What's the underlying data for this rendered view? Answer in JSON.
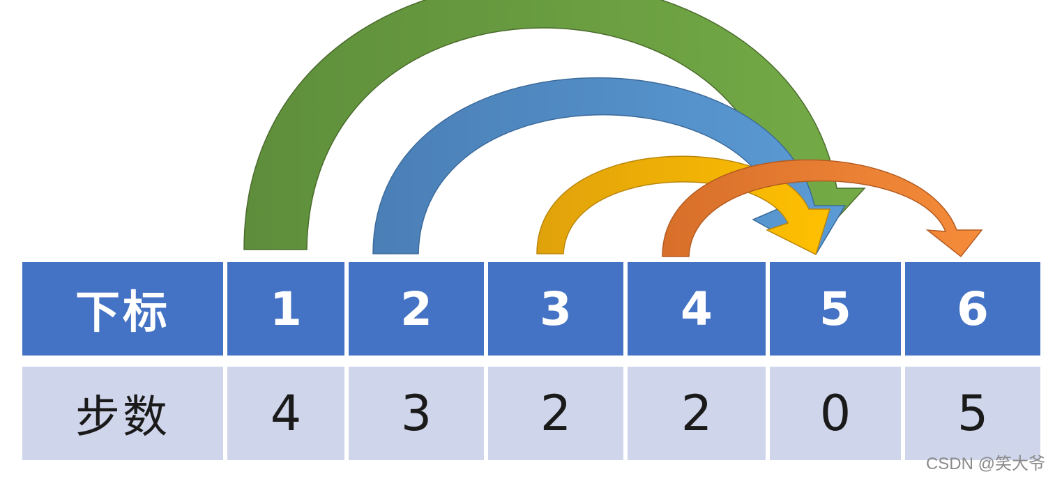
{
  "table": {
    "index_label": "下标",
    "steps_label": "步数",
    "indices": [
      "1",
      "2",
      "3",
      "4",
      "5",
      "6"
    ],
    "steps": [
      "4",
      "3",
      "2",
      "2",
      "0",
      "5"
    ]
  },
  "arrows": [
    {
      "from": "1",
      "to": "5",
      "color": "#5e8e3b",
      "color_light": "#74ab46"
    },
    {
      "from": "2",
      "to": "5",
      "color": "#4a7fb6",
      "color_light": "#5b9bd5"
    },
    {
      "from": "3",
      "to": "5",
      "color": "#e0a20b",
      "color_light": "#ffc000"
    },
    {
      "from": "4",
      "to": "6",
      "color": "#d86f2a",
      "color_light": "#f58c3a"
    }
  ],
  "watermark": "CSDN @笑大爷"
}
